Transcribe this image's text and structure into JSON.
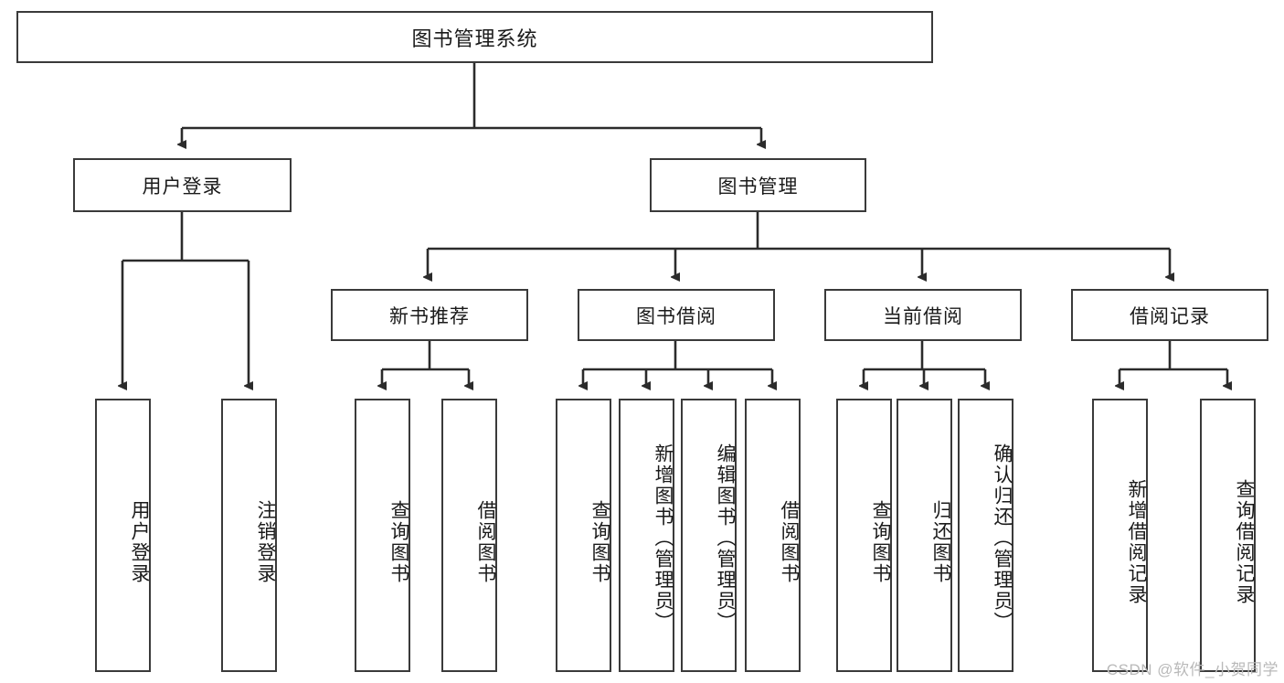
{
  "diagram": {
    "title": "图书管理系统",
    "type": "function-structure-tree",
    "root": {
      "label": "图书管理系统"
    },
    "level2": [
      {
        "id": "user-login",
        "label": "用户登录"
      },
      {
        "id": "book-manage",
        "label": "图书管理"
      }
    ],
    "level3": [
      {
        "id": "new-book-recommend",
        "label": "新书推荐",
        "parent": "book-manage"
      },
      {
        "id": "book-borrow",
        "label": "图书借阅",
        "parent": "book-manage"
      },
      {
        "id": "current-borrow",
        "label": "当前借阅",
        "parent": "book-manage"
      },
      {
        "id": "borrow-record",
        "label": "借阅记录",
        "parent": "book-manage"
      }
    ],
    "leaves": {
      "user-login": [
        {
          "id": "leaf-user-login",
          "label": "用户登录"
        },
        {
          "id": "leaf-user-logout",
          "label": "注销登录"
        }
      ],
      "new-book-recommend": [
        {
          "id": "leaf-query-book-1",
          "label": "查询图书"
        },
        {
          "id": "leaf-borrow-book-1",
          "label": "借阅图书"
        }
      ],
      "book-borrow": [
        {
          "id": "leaf-query-book-2",
          "label": "查询图书"
        },
        {
          "id": "leaf-add-book",
          "label": "新增图书（管理员）"
        },
        {
          "id": "leaf-edit-book",
          "label": "编辑图书（管理员）"
        },
        {
          "id": "leaf-borrow-book-2",
          "label": "借阅图书"
        }
      ],
      "current-borrow": [
        {
          "id": "leaf-query-book-3",
          "label": "查询图书"
        },
        {
          "id": "leaf-return-book",
          "label": "归还图书"
        },
        {
          "id": "leaf-confirm-return",
          "label": "确认归还（管理员）"
        }
      ],
      "borrow-record": [
        {
          "id": "leaf-add-record",
          "label": "新增借阅记录"
        },
        {
          "id": "leaf-query-record",
          "label": "查询借阅记录"
        }
      ]
    }
  },
  "watermark": {
    "text": "CSDN @软件_小贺同学"
  },
  "colors": {
    "box_border": "#3a3a3a",
    "box_fill": "#ffffff",
    "connector": "#2b2b2b",
    "text": "#1a1a1a",
    "watermark": "#b9b9b9",
    "background": "#ffffff"
  }
}
